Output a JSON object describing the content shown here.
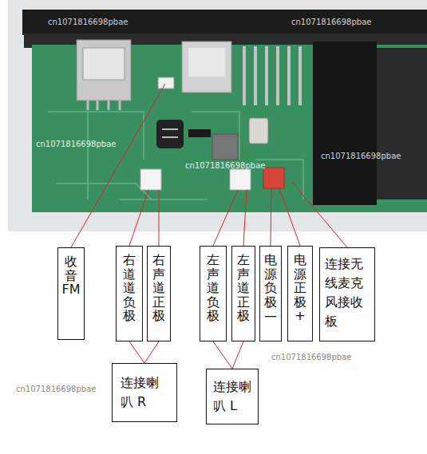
{
  "diagram": {
    "nodes": [
      {
        "text": [
          "收音FM"
        ]
      },
      {
        "text": [
          "右道道负极"
        ]
      },
      {
        "text": [
          "右声道正极"
        ]
      },
      {
        "text": [
          "左声道负极"
        ]
      },
      {
        "text": [
          "左声道正极"
        ]
      },
      {
        "text": [
          "电源负极—"
        ]
      },
      {
        "text": [
          "电源正极+"
        ]
      },
      {
        "text": [
          "连接无线麦克风接收板"
        ]
      },
      {
        "text": [
          "连接喇叭 R"
        ]
      },
      {
        "text": [
          "连接喇叭 L"
        ]
      }
    ],
    "edges": [
      {
        "from": 1,
        "to": 8,
        "arrow": "none"
      },
      {
        "from": 2,
        "to": 8,
        "arrow": "none"
      },
      {
        "from": 3,
        "to": 9,
        "arrow": "none"
      },
      {
        "from": 4,
        "to": 9,
        "arrow": "none"
      }
    ],
    "labels": [
      "cn1071816698pbae",
      "cn1071816698pbae",
      "cn1071816698pbae",
      "cn1071816698pbae",
      "cn1071816698pbae",
      "cn1071816698pbae",
      "cn1071816698pbae"
    ]
  }
}
